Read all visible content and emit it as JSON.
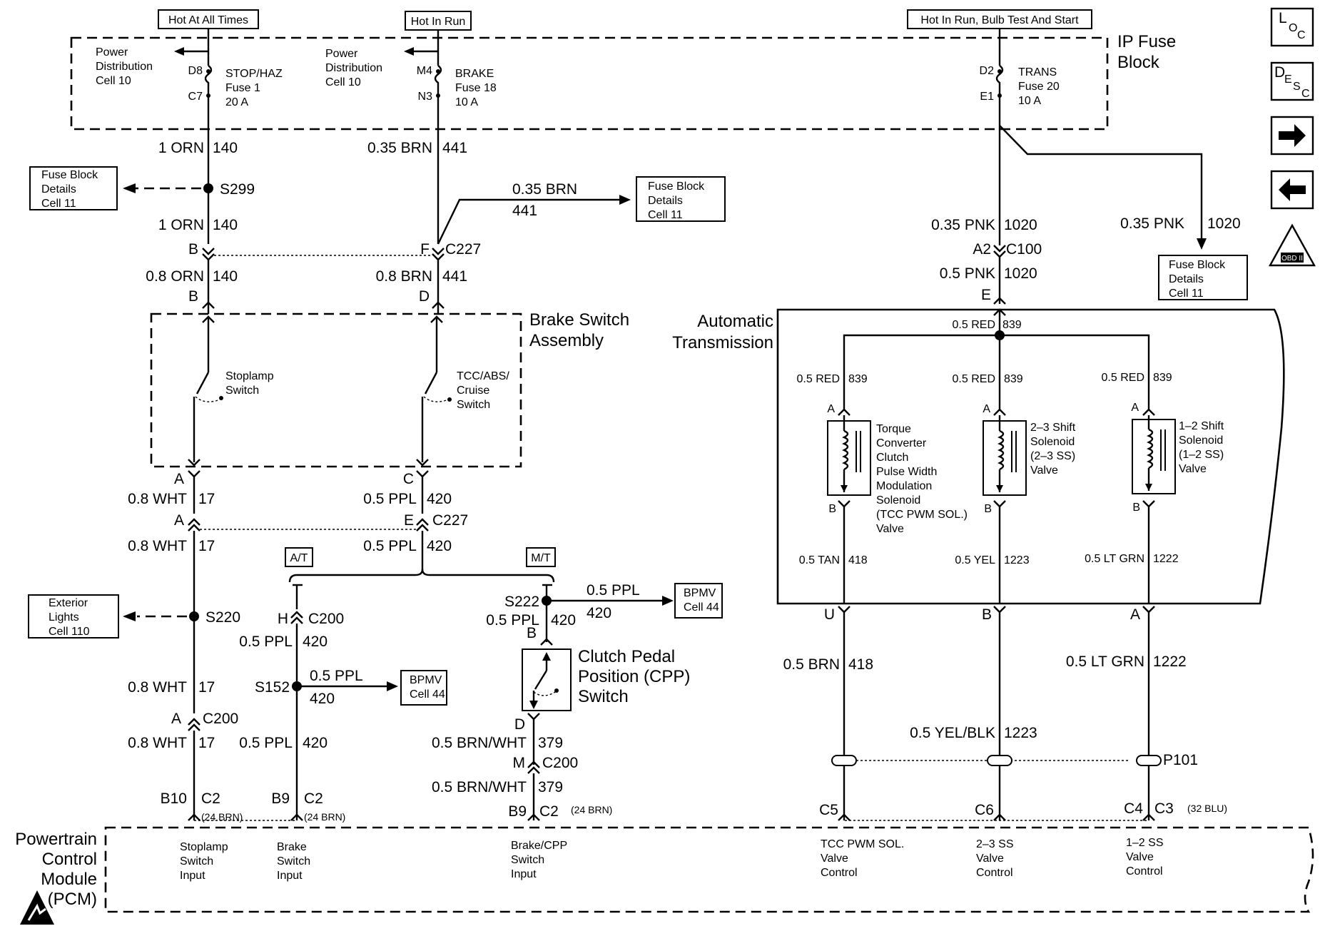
{
  "sources": {
    "hot_always": "Hot At All Times",
    "hot_run": "Hot In Run",
    "hot_run_bulb": "Hot In Run, Bulb Test And Start"
  },
  "fuse_block": {
    "title_1": "IP Fuse",
    "title_2": "Block",
    "pd1": [
      "Power",
      "Distribution",
      "Cell 10"
    ],
    "pd2": [
      "Power",
      "Distribution",
      "Cell 10"
    ],
    "fuse1": {
      "pin_in": "D8",
      "pin_out": "C7",
      "lines": [
        "STOP/HAZ",
        "Fuse 1",
        "20 A"
      ]
    },
    "fuse18": {
      "pin_in": "M4",
      "pin_out": "N3",
      "lines": [
        "BRAKE",
        "Fuse 18",
        "10 A"
      ]
    },
    "fuse20": {
      "pin_in": "D2",
      "pin_out": "E1",
      "lines": [
        "TRANS",
        "Fuse 20",
        "10 A"
      ]
    }
  },
  "refs": {
    "fbd1": [
      "Fuse Block",
      "Details",
      "Cell 11"
    ],
    "fbd2": [
      "Fuse Block",
      "Details",
      "Cell 11"
    ],
    "fbd3": [
      "Fuse Block",
      "Details",
      "Cell 11"
    ],
    "ext_lights": [
      "Exterior",
      "Lights",
      "Cell 110"
    ],
    "bpmv1": [
      "BPMV",
      "Cell 44"
    ],
    "bpmv2": [
      "BPMV",
      "Cell 44"
    ]
  },
  "left": {
    "w1": [
      "1 ORN",
      "140"
    ],
    "s299": "S299",
    "w2": [
      "1 ORN",
      "140"
    ],
    "c227_pin_b": "B",
    "w3": [
      "0.8 ORN",
      "140"
    ],
    "pin_b": "B",
    "pin_a": "A",
    "w4": [
      "0.8 WHT",
      "17"
    ],
    "pin_a2": "A",
    "w5": [
      "0.8 WHT",
      "17"
    ],
    "s220": "S220",
    "w6": [
      "0.8 WHT",
      "17"
    ],
    "c200_pin_a": "A",
    "c200": "C200",
    "w7": [
      "0.8 WHT",
      "17"
    ],
    "pcm_pin": "B10",
    "pcm_conn": "C2",
    "pcm_conn_sub": "(24 BRN)"
  },
  "brake_switch": {
    "title_1": "Brake Switch",
    "title_2": "Assembly",
    "stoplamp": [
      "Stoplamp",
      "Switch"
    ],
    "tcc": [
      "TCC/ABS/",
      "Cruise",
      "Switch"
    ]
  },
  "mid": {
    "w1": [
      "0.35 BRN",
      "441"
    ],
    "branch": [
      "0.35 BRN",
      "441"
    ],
    "c227_pin_f": "F",
    "c227": "C227",
    "w2": [
      "0.8 BRN",
      "441"
    ],
    "pin_d": "D",
    "pin_c": "C",
    "w3": [
      "0.5 PPL",
      "420"
    ],
    "pin_e": "E",
    "c227b": "C227",
    "w4": [
      "0.5 PPL",
      "420"
    ],
    "at": "A/T",
    "mt": "M/T"
  },
  "at_branch": {
    "pin_h": "H",
    "c200": "C200",
    "w1": [
      "0.5 PPL",
      "420"
    ],
    "s152": "S152",
    "branch": [
      "0.5 PPL",
      "420"
    ],
    "w2": [
      "0.5 PPL",
      "420"
    ],
    "pcm_pin": "B9",
    "pcm_conn": "C2",
    "pcm_conn_sub": "(24 BRN)"
  },
  "mt_branch": {
    "s222": "S222",
    "w1": [
      "0.5 PPL",
      "420"
    ],
    "branch": [
      "0.5 PPL",
      "420"
    ],
    "pin_b": "B",
    "cpp": [
      "Clutch Pedal",
      "Position (CPP)",
      "Switch"
    ],
    "pin_d": "D",
    "w2": [
      "0.5 BRN/WHT",
      "379"
    ],
    "pin_m": "M",
    "c200": "C200",
    "w3": [
      "0.5 BRN/WHT",
      "379"
    ],
    "pcm_pin": "B9",
    "pcm_conn": "C2",
    "pcm_conn_sub": "(24 BRN)"
  },
  "right": {
    "w1": [
      "0.35 PNK",
      "1020"
    ],
    "branch": [
      "0.35 PNK",
      "1020"
    ],
    "pin_a2": "A2",
    "c100": "C100",
    "w2": [
      "0.5 PNK",
      "1020"
    ],
    "pin_e": "E",
    "trans_title_1": "Automatic",
    "trans_title_2": "Transmission",
    "red_top": [
      "0.5 RED",
      "839"
    ],
    "red1": [
      "0.5 RED",
      "839"
    ],
    "red2": [
      "0.5 RED",
      "839"
    ],
    "red3": [
      "0.5 RED",
      "839"
    ],
    "sol1": [
      "Torque",
      "Converter",
      "Clutch",
      "Pulse Width",
      "Modulation",
      "Solenoid",
      "(TCC PWM SOL.)",
      "Valve"
    ],
    "sol2": [
      "2–3 Shift",
      "Solenoid",
      "(2–3 SS)",
      "Valve"
    ],
    "sol3": [
      "1–2 Shift",
      "Solenoid",
      "(1–2 SS)",
      "Valve"
    ],
    "pin_a": "A",
    "pin_b": "B",
    "out1": [
      "0.5 TAN",
      "418"
    ],
    "out2": [
      "0.5 YEL",
      "1223"
    ],
    "out3": [
      "0.5 LT GRN",
      "1222"
    ],
    "pin_u": "U",
    "pin_b2": "B",
    "pin_a3": "A",
    "wb1": [
      "0.5 BRN",
      "418"
    ],
    "wb2": [
      "0.5 YEL/BLK",
      "1223"
    ],
    "wb3": [
      "0.5 LT GRN",
      "1222"
    ],
    "p101": "P101",
    "c5": "C5",
    "c6": "C6",
    "c4": "C4",
    "c3": "C3",
    "c3_sub": "(32 BLU)"
  },
  "pcm": {
    "title": [
      "Powertrain",
      "Control",
      "Module",
      "(PCM)"
    ],
    "in1": [
      "Stoplamp",
      "Switch",
      "Input"
    ],
    "in2": [
      "Brake",
      "Switch",
      "Input"
    ],
    "in3": [
      "Brake/CPP",
      "Switch",
      "Input"
    ],
    "out1": [
      "TCC PWM SOL.",
      "Valve",
      "Control"
    ],
    "out2": [
      "2–3 SS",
      "Valve",
      "Control"
    ],
    "out3": [
      "1–2 SS",
      "Valve",
      "Control"
    ]
  },
  "nav": {
    "loc": [
      "L",
      "O",
      "C"
    ],
    "desc": [
      "D",
      "E",
      "S",
      "C"
    ],
    "obd": "OBD II"
  }
}
